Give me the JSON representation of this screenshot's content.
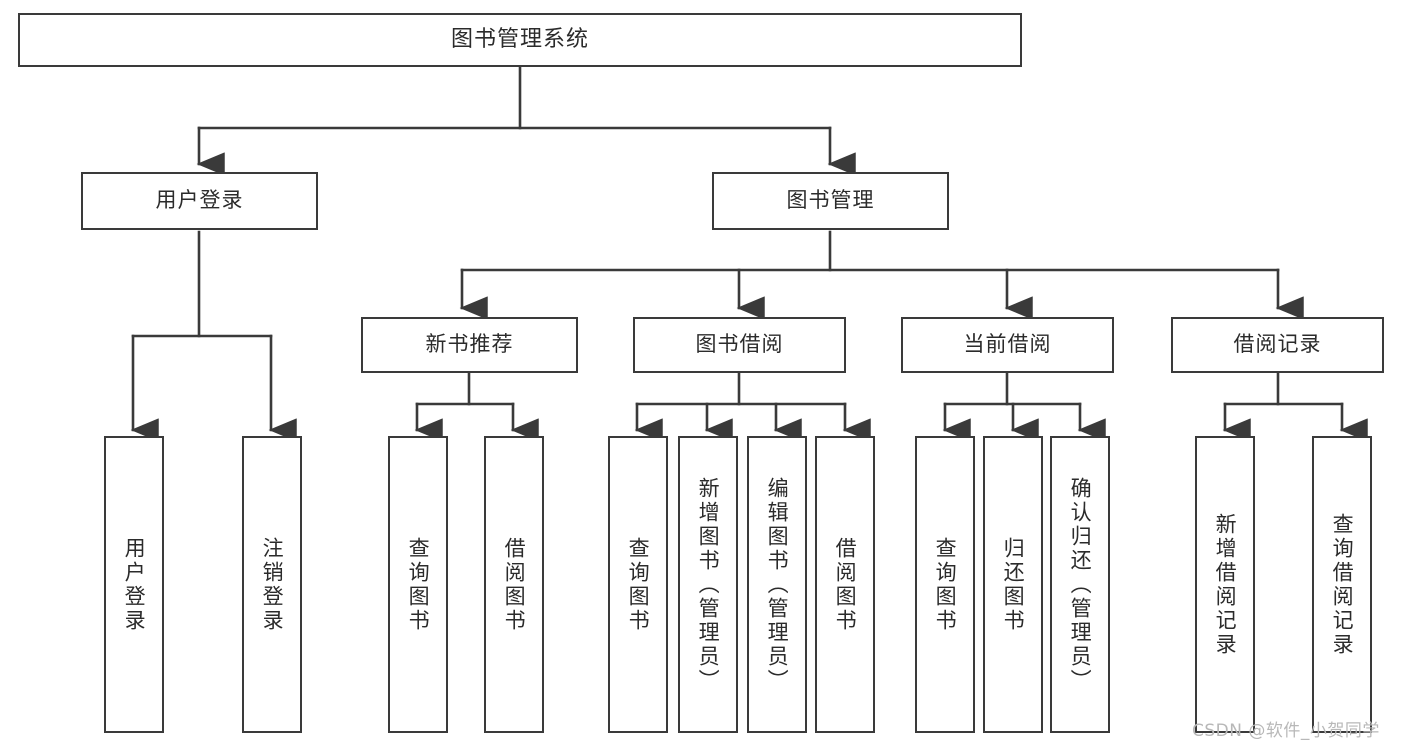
{
  "diagram": {
    "type": "tree",
    "title": "图书管理系统",
    "orientation": "top-down",
    "colors": {
      "box_border": "#3a3a3a",
      "box_fill": "#ffffff",
      "connector": "#3a3a3a",
      "text": "#2b2b2b",
      "watermark": "#b8b8b8",
      "background": "#ffffff"
    },
    "root": {
      "label": "图书管理系统"
    },
    "level2": [
      {
        "label": "用户登录"
      },
      {
        "label": "图书管理"
      }
    ],
    "level3": [
      {
        "label": "新书推荐"
      },
      {
        "label": "图书借阅"
      },
      {
        "label": "当前借阅"
      },
      {
        "label": "借阅记录"
      }
    ],
    "leaves": [
      {
        "label": "用户登录",
        "parent": "用户登录"
      },
      {
        "label": "注销登录",
        "parent": "用户登录"
      },
      {
        "label": "查询图书",
        "parent": "新书推荐"
      },
      {
        "label": "借阅图书",
        "parent": "新书推荐"
      },
      {
        "label": "查询图书",
        "parent": "图书借阅"
      },
      {
        "label": "新增图书（管理员）",
        "parent": "图书借阅"
      },
      {
        "label": "编辑图书（管理员）",
        "parent": "图书借阅"
      },
      {
        "label": "借阅图书",
        "parent": "图书借阅"
      },
      {
        "label": "查询图书",
        "parent": "当前借阅"
      },
      {
        "label": "归还图书",
        "parent": "当前借阅"
      },
      {
        "label": "确认归还（管理员）",
        "parent": "当前借阅"
      },
      {
        "label": "新增借阅记录",
        "parent": "借阅记录"
      },
      {
        "label": "查询借阅记录",
        "parent": "借阅记录"
      }
    ]
  },
  "watermark": {
    "text": "CSDN @软件_小贺同学"
  }
}
